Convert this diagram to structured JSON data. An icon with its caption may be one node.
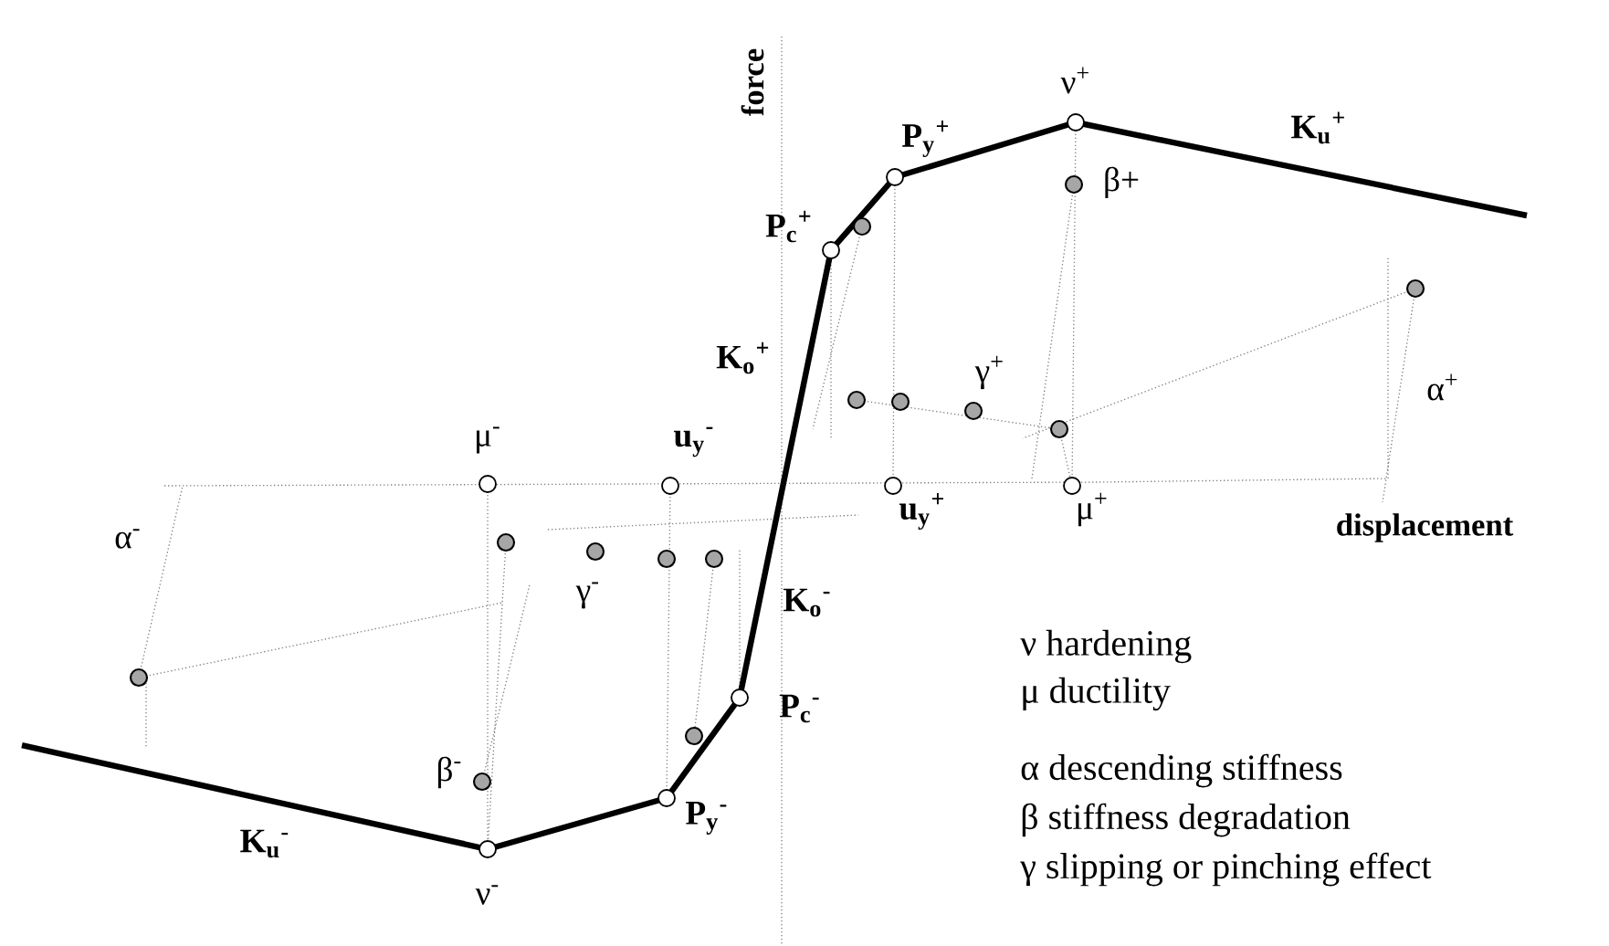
{
  "diagram": {
    "labels": [
      "force",
      "ν$^{+}$",
      "P$_{y}$$^{+}$",
      "K$_{u}$$^{+}$",
      "P$_{c}$$^{+}$",
      "β+",
      "K$_{o}$$^{+}$",
      "γ$^{+}$",
      "α$^{+}$",
      "μ$^{-}$",
      "u$_{y}$$^{-}$",
      "α$^{-}$",
      "u$_{y}$$^{+}$",
      "μ$^{+}$",
      "displacement",
      "γ$^{-}$",
      "K$_{o}$$^{-}$",
      "ν   hardening",
      "μ   ductility",
      "P$_{c}$$^{-}$",
      "β$^{-}$",
      "α descending stiffness",
      "P$_{y}$$^{-}$",
      "β stiffness degradation",
      "K$_{u}$$^{-}$",
      "ν$^{-}$",
      "γ slipping or pinching effect"
    ]
  }
}
